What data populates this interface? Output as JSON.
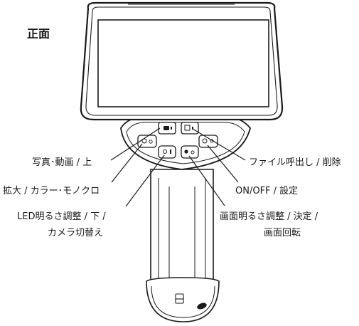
{
  "title": "正面",
  "labels": {
    "capture_up": "写真･動画 / 上",
    "zoom_color": "拡大 / カラー･モノクロ",
    "led_line1": "LED明るさ調整 / 下 /",
    "led_line2": "カメラ切替え",
    "file_delete": "ファイル呼出し / 削除",
    "power_settings": "ON/OFF / 設定",
    "screen_line1": "画面明るさ調整 / 決定 /",
    "screen_line2": "画面回転"
  },
  "buttons": [
    "zoom-button",
    "camera-button",
    "led-button",
    "screen-brightness-button",
    "file-button",
    "power-button"
  ]
}
